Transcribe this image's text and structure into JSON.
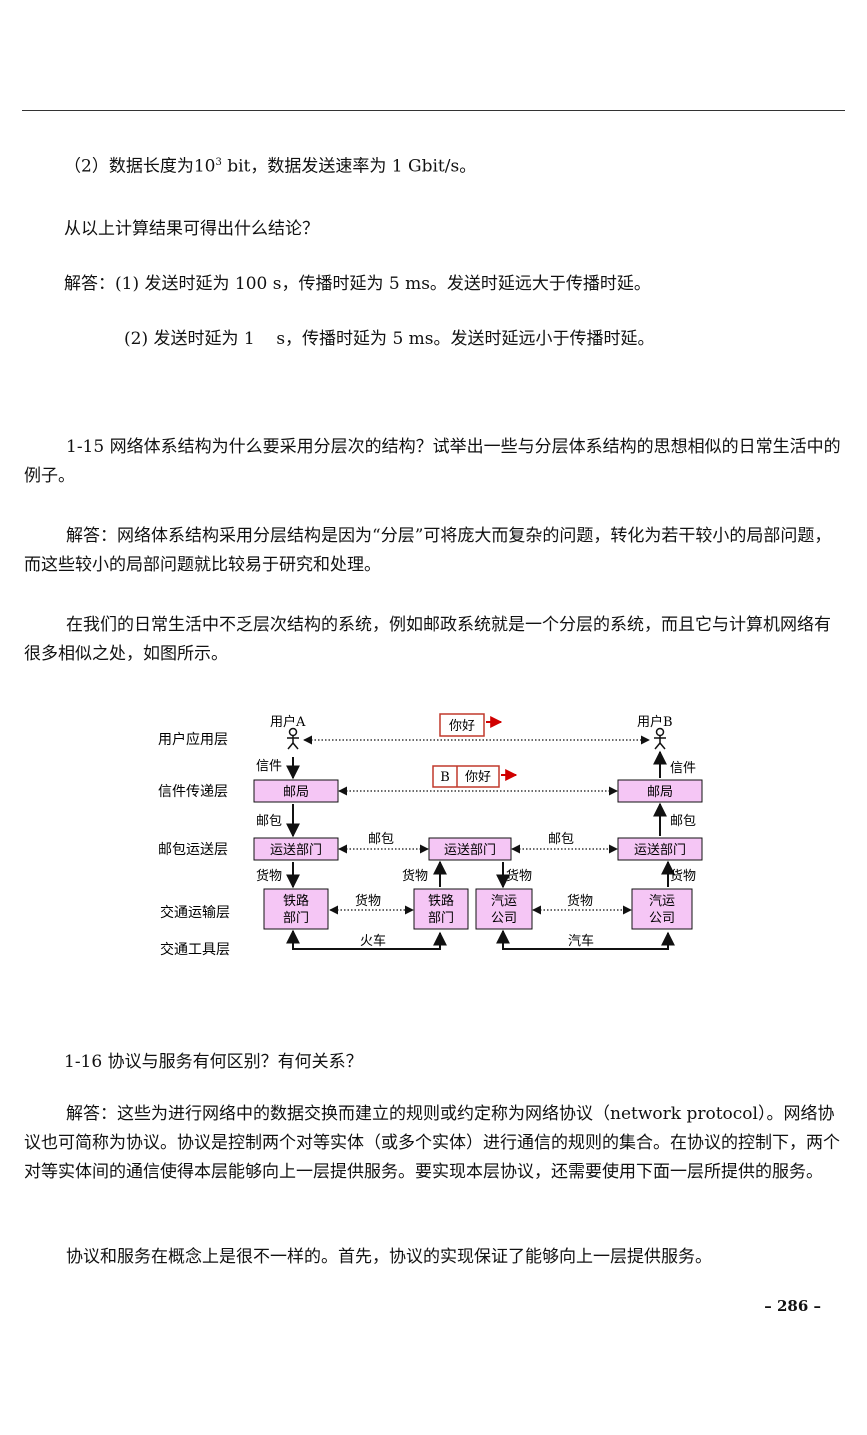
{
  "q14": {
    "part2_a": "（2）数据长度为10",
    "part2_sup": "3",
    "part2_b": " bit，数据发送速率为 1 Gbit/s。",
    "question": "从以上计算结果可得出什么结论？",
    "answer1": "解答：(1) 发送时延为 100 s，传播时延为 5 ms。发送时延远大于传播时延。",
    "answer2": "(2) 发送时延为 1    s，传播时延为 5 ms。发送时延远小于传播时延。"
  },
  "q15": {
    "question": "1-15 网络体系结构为什么要采用分层次的结构？试举出一些与分层体系结构的思想相似的日常生活中的例子。",
    "answer1": "解答：网络体系结构采用分层结构是因为“分层”可将庞大而复杂的问题，转化为若干较小的局部问题，而这些较小的局部问题就比较易于研究和处理。",
    "answer2": "在我们的日常生活中不乏层次结构的系统，例如邮政系统就是一个分层的系统，而且它与计算机网络有很多相似之处，如图所示。"
  },
  "diagram": {
    "layers": [
      "用户应用层",
      "信件传递层",
      "邮包运送层",
      "交通运输层",
      "交通工具层"
    ],
    "user_a": "用户A",
    "user_b": "用户B",
    "hello": "你好",
    "b_letter": "B",
    "letter": "信件",
    "post_office": "邮局",
    "parcel": "邮包",
    "transport_dept": "运送部门",
    "cargo": "货物",
    "rail_1": "铁路",
    "rail_2": "部门",
    "bus_1": "汽运",
    "bus_2": "公司",
    "train": "火车",
    "car": "汽车",
    "colors": {
      "box_fill": "#f5c6f5",
      "arrow_red": "#d00000",
      "hello_border": "#c0392b"
    }
  },
  "q16": {
    "question": "1-16 协议与服务有何区别？有何关系？",
    "answer1": "解答：这些为进行网络中的数据交换而建立的规则或约定称为网络协议（network protocol）。网络协议也可简称为协议。协议是控制两个对等实体（或多个实体）进行通信的规则的集合。在协议的控制下，两个对等实体间的通信使得本层能够向上一层提供服务。要实现本层协议，还需要使用下面一层所提供的服务。",
    "answer2": "协议和服务在概念上是很不一样的。首先，协议的实现保证了能够向上一层提供服务。"
  },
  "page_number": "– 286 –"
}
